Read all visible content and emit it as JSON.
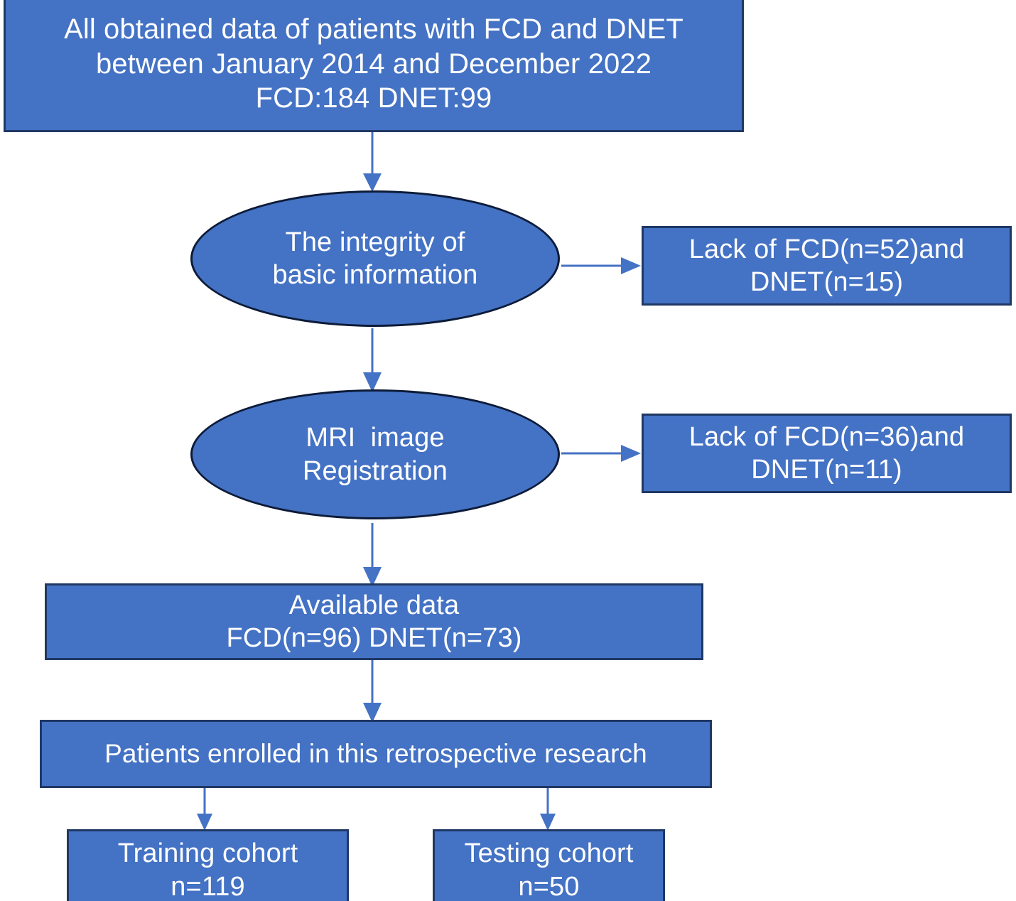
{
  "diagram": {
    "title": "Patient selection flowchart",
    "type": "flowchart",
    "colors": {
      "node_fill": "#4472C4",
      "node_border": "#1F3864",
      "ellipse_border": "#0D1B38",
      "arrow": "#4472C4",
      "text": "#FFFFFF",
      "background": "#FFFFFF"
    },
    "nodes": {
      "source": {
        "shape": "rectangle",
        "lines": [
          "All obtained data of patients with FCD and DNET",
          "between January 2014 and December 2022",
          "FCD:184 DNET:99"
        ]
      },
      "integrity": {
        "shape": "ellipse",
        "lines": [
          "The integrity of",
          "basic information"
        ]
      },
      "exclusion_1": {
        "shape": "rectangle",
        "lines": [
          "Lack of FCD(n=52)and",
          "DNET(n=15)"
        ]
      },
      "mri": {
        "shape": "ellipse",
        "lines": [
          "MRI  image",
          "Registration"
        ]
      },
      "exclusion_2": {
        "shape": "rectangle",
        "lines": [
          "Lack of FCD(n=36)and",
          "DNET(n=11)"
        ]
      },
      "available": {
        "shape": "rectangle",
        "lines": [
          "Available data",
          "FCD(n=96) DNET(n=73)"
        ]
      },
      "enrolled": {
        "shape": "rectangle",
        "lines": [
          "Patients enrolled in this retrospective research"
        ]
      },
      "training": {
        "shape": "rectangle",
        "lines": [
          "Training cohort",
          "n=119"
        ]
      },
      "testing": {
        "shape": "rectangle",
        "lines": [
          "Testing cohort",
          "n=50"
        ]
      }
    },
    "edges": [
      {
        "name": "source-to-integrity",
        "direction": "down",
        "from": "source",
        "to": "integrity"
      },
      {
        "name": "integrity-to-exclusion-1",
        "direction": "right",
        "from": "integrity",
        "to": "exclusion_1"
      },
      {
        "name": "integrity-to-mri",
        "direction": "down",
        "from": "integrity",
        "to": "mri"
      },
      {
        "name": "mri-to-exclusion-2",
        "direction": "right",
        "from": "mri",
        "to": "exclusion_2"
      },
      {
        "name": "mri-to-available",
        "direction": "down",
        "from": "mri",
        "to": "available"
      },
      {
        "name": "available-to-enrolled",
        "direction": "down",
        "from": "available",
        "to": "enrolled"
      },
      {
        "name": "enrolled-to-training",
        "direction": "down",
        "from": "enrolled",
        "to": "training"
      },
      {
        "name": "enrolled-to-testing",
        "direction": "down",
        "from": "enrolled",
        "to": "testing"
      }
    ]
  }
}
